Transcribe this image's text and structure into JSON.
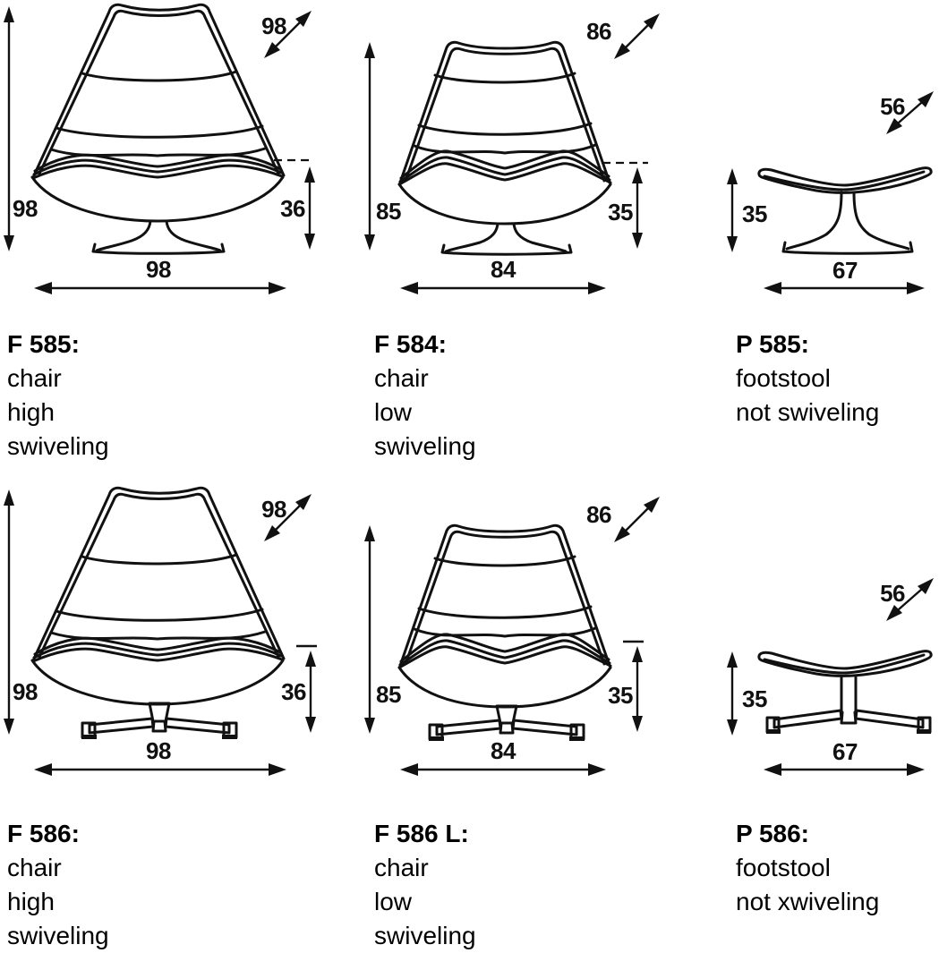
{
  "diagram_title": "chair and footstool dimension drawings",
  "colors": {
    "background": "#ffffff",
    "line": "#111111"
  },
  "products": [
    {
      "code": "F 585:",
      "description": [
        "chair",
        "high",
        "swiveling"
      ],
      "dims": {
        "height": "98",
        "depth": "98",
        "seat_height": "36",
        "width": "98"
      }
    },
    {
      "code": "F 584:",
      "description": [
        "chair",
        "low",
        "swiveling"
      ],
      "dims": {
        "height": "85",
        "depth": "86",
        "seat_height": "35",
        "width": "84"
      }
    },
    {
      "code": "P 585:",
      "description": [
        "footstool",
        "not swiveling"
      ],
      "dims": {
        "height": "35",
        "depth": "56",
        "width": "67"
      }
    },
    {
      "code": "F 586:",
      "description": [
        "chair",
        "high",
        "swiveling"
      ],
      "dims": {
        "height": "98",
        "depth": "98",
        "seat_height": "36",
        "width": "98"
      }
    },
    {
      "code": "F 586 L:",
      "description": [
        "chair",
        "low",
        "swiveling"
      ],
      "dims": {
        "height": "85",
        "depth": "86",
        "seat_height": "35",
        "width": "84"
      }
    },
    {
      "code": "P 586:",
      "description": [
        "footstool",
        "not xwiveling"
      ],
      "dims": {
        "height": "35",
        "depth": "56",
        "width": "67"
      }
    }
  ]
}
